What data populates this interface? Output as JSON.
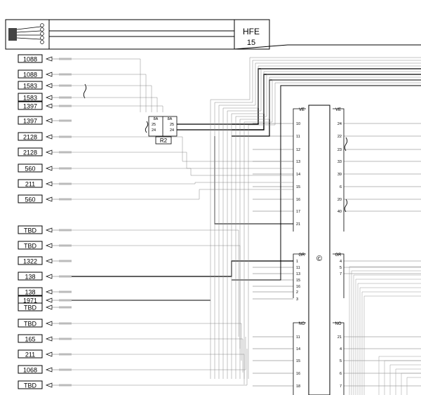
{
  "header": {
    "code": "HFE",
    "number": "15"
  },
  "left_connectors": [
    "1088",
    "1088",
    "1583",
    "1583",
    "1397",
    "1397",
    "2128",
    "2128",
    "560",
    "211",
    "560",
    "TBD",
    "TBD",
    "1322",
    "138",
    "138",
    "1971",
    "TBD",
    "TBD",
    "165",
    "211",
    "1068",
    "TBD"
  ],
  "relay": {
    "name": "R2",
    "col_a": "8A",
    "col_b": "8A",
    "pins_left": [
      "25",
      "24"
    ],
    "pins_right": [
      "25",
      "24"
    ]
  },
  "connector_main": {
    "groups": [
      {
        "label": "VE",
        "left_pins": [
          "10",
          "11",
          "12",
          "13",
          "14",
          "15",
          "16",
          "17",
          "21"
        ],
        "right_pins": [
          "24",
          "22",
          "23",
          "33",
          "39",
          "6",
          "20",
          "40"
        ]
      },
      {
        "label": "GR",
        "left_pins": [
          "1",
          "11",
          "13",
          "15",
          "16",
          "2",
          "3"
        ],
        "right_pins": [
          "4",
          "5",
          "7"
        ]
      },
      {
        "label": "NO",
        "left_pins": [
          "11",
          "14",
          "15",
          "16",
          "18"
        ],
        "right_pins": [
          "21",
          "4",
          "5",
          "6",
          "7"
        ]
      }
    ],
    "logo_glyph": "©"
  }
}
